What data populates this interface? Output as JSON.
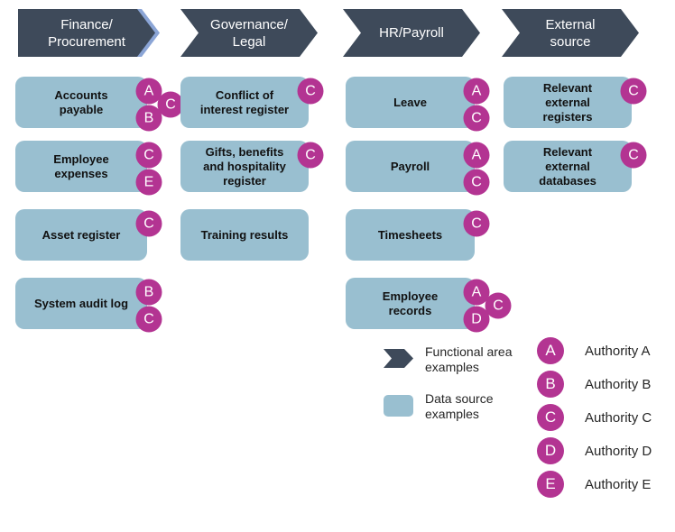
{
  "colors": {
    "navy": "#3E4A5A",
    "accent_blue": "#8BA5D6",
    "box_blue": "#99BFD0",
    "badge_magenta": "#B33492",
    "header_text": "#FFFFFF",
    "box_text": "#111111",
    "legend_text": "#262626"
  },
  "columns": [
    {
      "header": "Finance/\nProcurement",
      "boxes": [
        {
          "label": "Accounts\npayable",
          "row": 0,
          "badges": [
            {
              "letter": "A",
              "slot": "top"
            },
            {
              "letter": "B",
              "slot": "bottom"
            },
            {
              "letter": "C",
              "slot": "side"
            }
          ]
        },
        {
          "label": "Employee\nexpenses",
          "row": 1,
          "badges": [
            {
              "letter": "C",
              "slot": "top"
            },
            {
              "letter": "E",
              "slot": "bottom"
            }
          ]
        },
        {
          "label": "Asset register",
          "row": 2,
          "badges": [
            {
              "letter": "C",
              "slot": "top"
            }
          ]
        },
        {
          "label": "System audit log",
          "row": 3,
          "badges": [
            {
              "letter": "B",
              "slot": "top"
            },
            {
              "letter": "C",
              "slot": "bottom"
            }
          ]
        }
      ]
    },
    {
      "header": "Governance/\nLegal",
      "boxes": [
        {
          "label": "Conflict of\ninterest register",
          "row": 0,
          "badges": [
            {
              "letter": "C",
              "slot": "top"
            }
          ]
        },
        {
          "label": "Gifts, benefits\nand hospitality\nregister",
          "row": 1,
          "badges": [
            {
              "letter": "C",
              "slot": "top"
            }
          ]
        },
        {
          "label": "Training results",
          "row": 2,
          "badges": []
        }
      ]
    },
    {
      "header": "HR/Payroll",
      "boxes": [
        {
          "label": "Leave",
          "row": 0,
          "badges": [
            {
              "letter": "A",
              "slot": "top"
            },
            {
              "letter": "C",
              "slot": "bottom"
            }
          ]
        },
        {
          "label": "Payroll",
          "row": 1,
          "badges": [
            {
              "letter": "A",
              "slot": "top"
            },
            {
              "letter": "C",
              "slot": "bottom"
            }
          ]
        },
        {
          "label": "Timesheets",
          "row": 2,
          "badges": [
            {
              "letter": "C",
              "slot": "top"
            }
          ]
        },
        {
          "label": "Employee\nrecords",
          "row": 3,
          "badges": [
            {
              "letter": "A",
              "slot": "top"
            },
            {
              "letter": "D",
              "slot": "bottom"
            },
            {
              "letter": "C",
              "slot": "side"
            }
          ]
        }
      ]
    },
    {
      "header": "External\nsource",
      "boxes": [
        {
          "label": "Relevant\nexternal\nregisters",
          "row": 0,
          "badges": [
            {
              "letter": "C",
              "slot": "top"
            }
          ]
        },
        {
          "label": "Relevant\nexternal\ndatabases",
          "row": 1,
          "badges": [
            {
              "letter": "C",
              "slot": "top"
            }
          ]
        }
      ]
    }
  ],
  "legend": {
    "functional_label": "Functional area\nexamples",
    "data_source_label": "Data source\nexamples"
  },
  "authorities": [
    {
      "letter": "A",
      "label": "Authority A"
    },
    {
      "letter": "B",
      "label": "Authority B"
    },
    {
      "letter": "C",
      "label": "Authority C"
    },
    {
      "letter": "D",
      "label": "Authority D"
    },
    {
      "letter": "E",
      "label": "Authority E"
    }
  ]
}
